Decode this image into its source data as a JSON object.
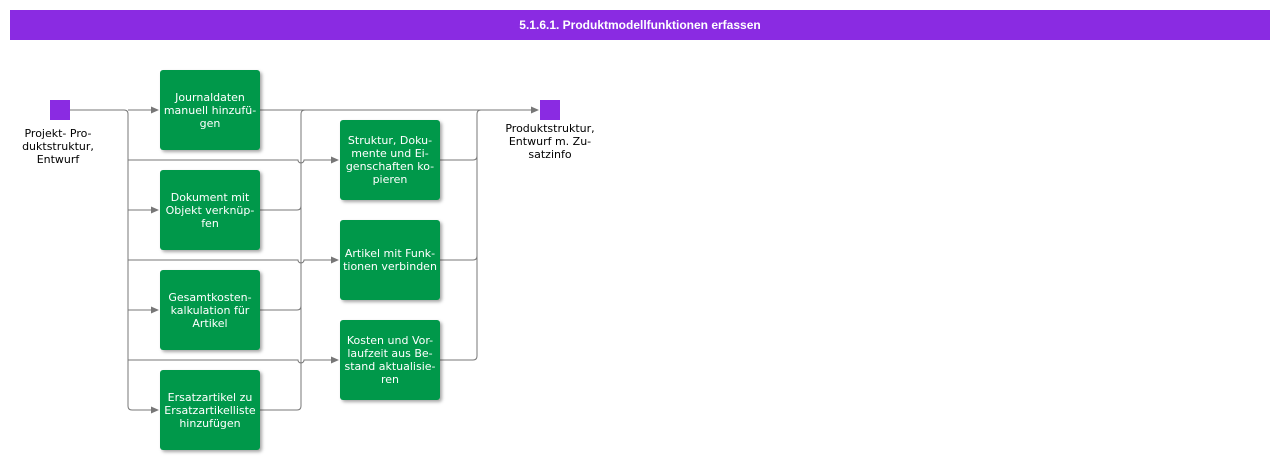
{
  "header": {
    "title": "5.1.6.1. Produktmodellfunktionen erfassen"
  },
  "nodes": {
    "input_label": "Projekt-      Pro-\nduktstruktur,\nEntwurf",
    "output_label": "Produktstruktur,\nEntwurf m. Zu-\nsatzinfo"
  },
  "boxes": {
    "journaldaten": "Journaldaten\nmanuell hinzufü-\ngen",
    "dokument": "Dokument mit\nObjekt verknüp-\nfen",
    "gesamtkosten": "Gesamtkosten-\nkalkulation  für\nArtikel",
    "ersatzartikel": "Ersatzartikel zu\nErsatzartikelliste\nhinzufügen",
    "struktur": "Struktur, Doku-\nmente und Ei-\ngenschaften ko-\npieren",
    "artikel": "Artikel mit Funk-\ntionen verbinden",
    "kosten": "Kosten und Vor-\nlaufzeit aus Be-\nstand aktualisie-\nren"
  },
  "colors": {
    "header": "#8a2be2",
    "node": "#8a2be2",
    "box": "#00984a",
    "line": "#777777"
  }
}
